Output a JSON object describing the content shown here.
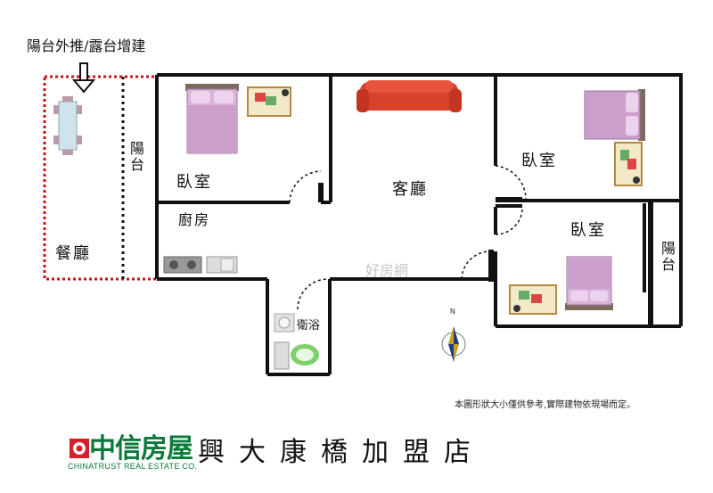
{
  "annotation": {
    "top_note": "陽台外推/露台增建"
  },
  "rooms": {
    "balcony_left": "陽台",
    "dining": "餐廳",
    "bedroom_1": "臥室",
    "kitchen": "廚房",
    "living": "客廳",
    "bedroom_2": "臥室",
    "bedroom_3": "臥室",
    "balcony_right": "陽台",
    "bathroom": "衛浴"
  },
  "compass": {
    "north": "N"
  },
  "watermark": "好房網",
  "disclaimer": "本圖形狀大小僅供參考,實際建物依現場而定。",
  "brand": {
    "name": "中信房屋",
    "english": "CHINATRUST REAL ESTATE CO.",
    "accent": "#0a7a3b",
    "logo_color": "#d4202a"
  },
  "store": "興大康橋加盟店",
  "colors": {
    "wall": "#111111",
    "extension_dots": "#cc1111",
    "sofa": "#d8422c",
    "bed": "#d9b3d9"
  }
}
